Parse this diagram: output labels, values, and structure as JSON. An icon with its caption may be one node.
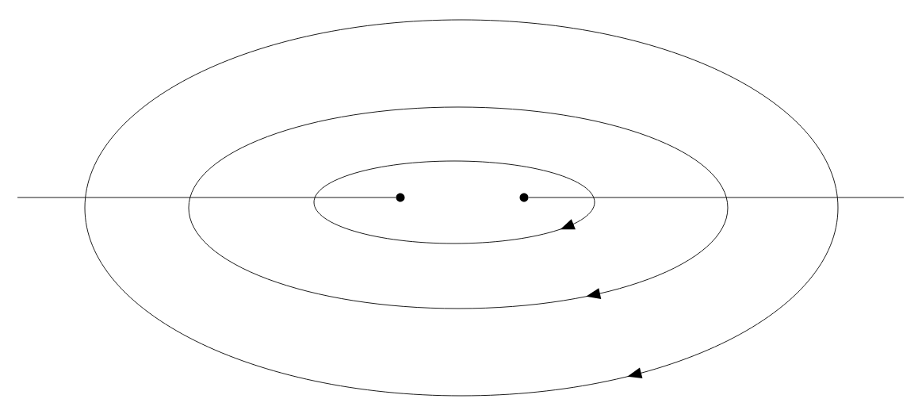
{
  "diagram": {
    "nodes": [
      {
        "text": [],
        "shape": "circle"
      },
      {
        "text": [],
        "shape": "circle"
      }
    ],
    "edges": [
      {
        "from": null,
        "to": 0,
        "arrow": "none"
      },
      {
        "from": 1,
        "to": null,
        "arrow": "none"
      }
    ]
  }
}
